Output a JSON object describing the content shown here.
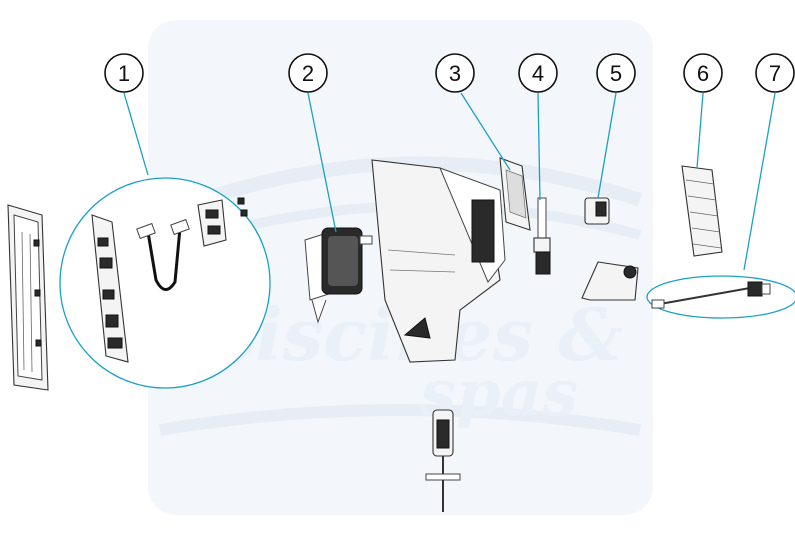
{
  "diagram": {
    "watermark": {
      "line1": "piscines &",
      "line2": "spas"
    },
    "callouts": [
      {
        "id": 1,
        "label": "1"
      },
      {
        "id": 2,
        "label": "2"
      },
      {
        "id": 3,
        "label": "3"
      },
      {
        "id": 4,
        "label": "4"
      },
      {
        "id": 5,
        "label": "5"
      },
      {
        "id": 6,
        "label": "6"
      },
      {
        "id": 7,
        "label": "7"
      }
    ],
    "colors": {
      "leader": "#1aa0c8",
      "watermark": "#e9f0f7",
      "outline": "#333333"
    }
  }
}
